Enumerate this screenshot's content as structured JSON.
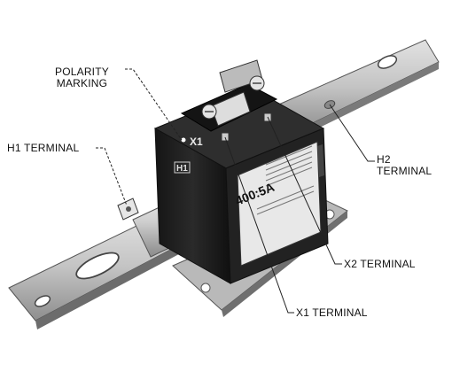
{
  "callouts": {
    "polarity": [
      "POLARITY",
      "MARKING"
    ],
    "h1": "H1 TERMINAL",
    "h2": [
      "H2",
      "TERMINAL"
    ],
    "x2": "X2 TERMINAL",
    "x1": "X1 TERMINAL"
  },
  "device_marks": {
    "x1_block": "X1",
    "h1_face": "H1",
    "ratio": "400:5A"
  },
  "colors": {
    "bar": "#c9c9c9",
    "body": "#1d1d1d",
    "leader": "#222222"
  }
}
